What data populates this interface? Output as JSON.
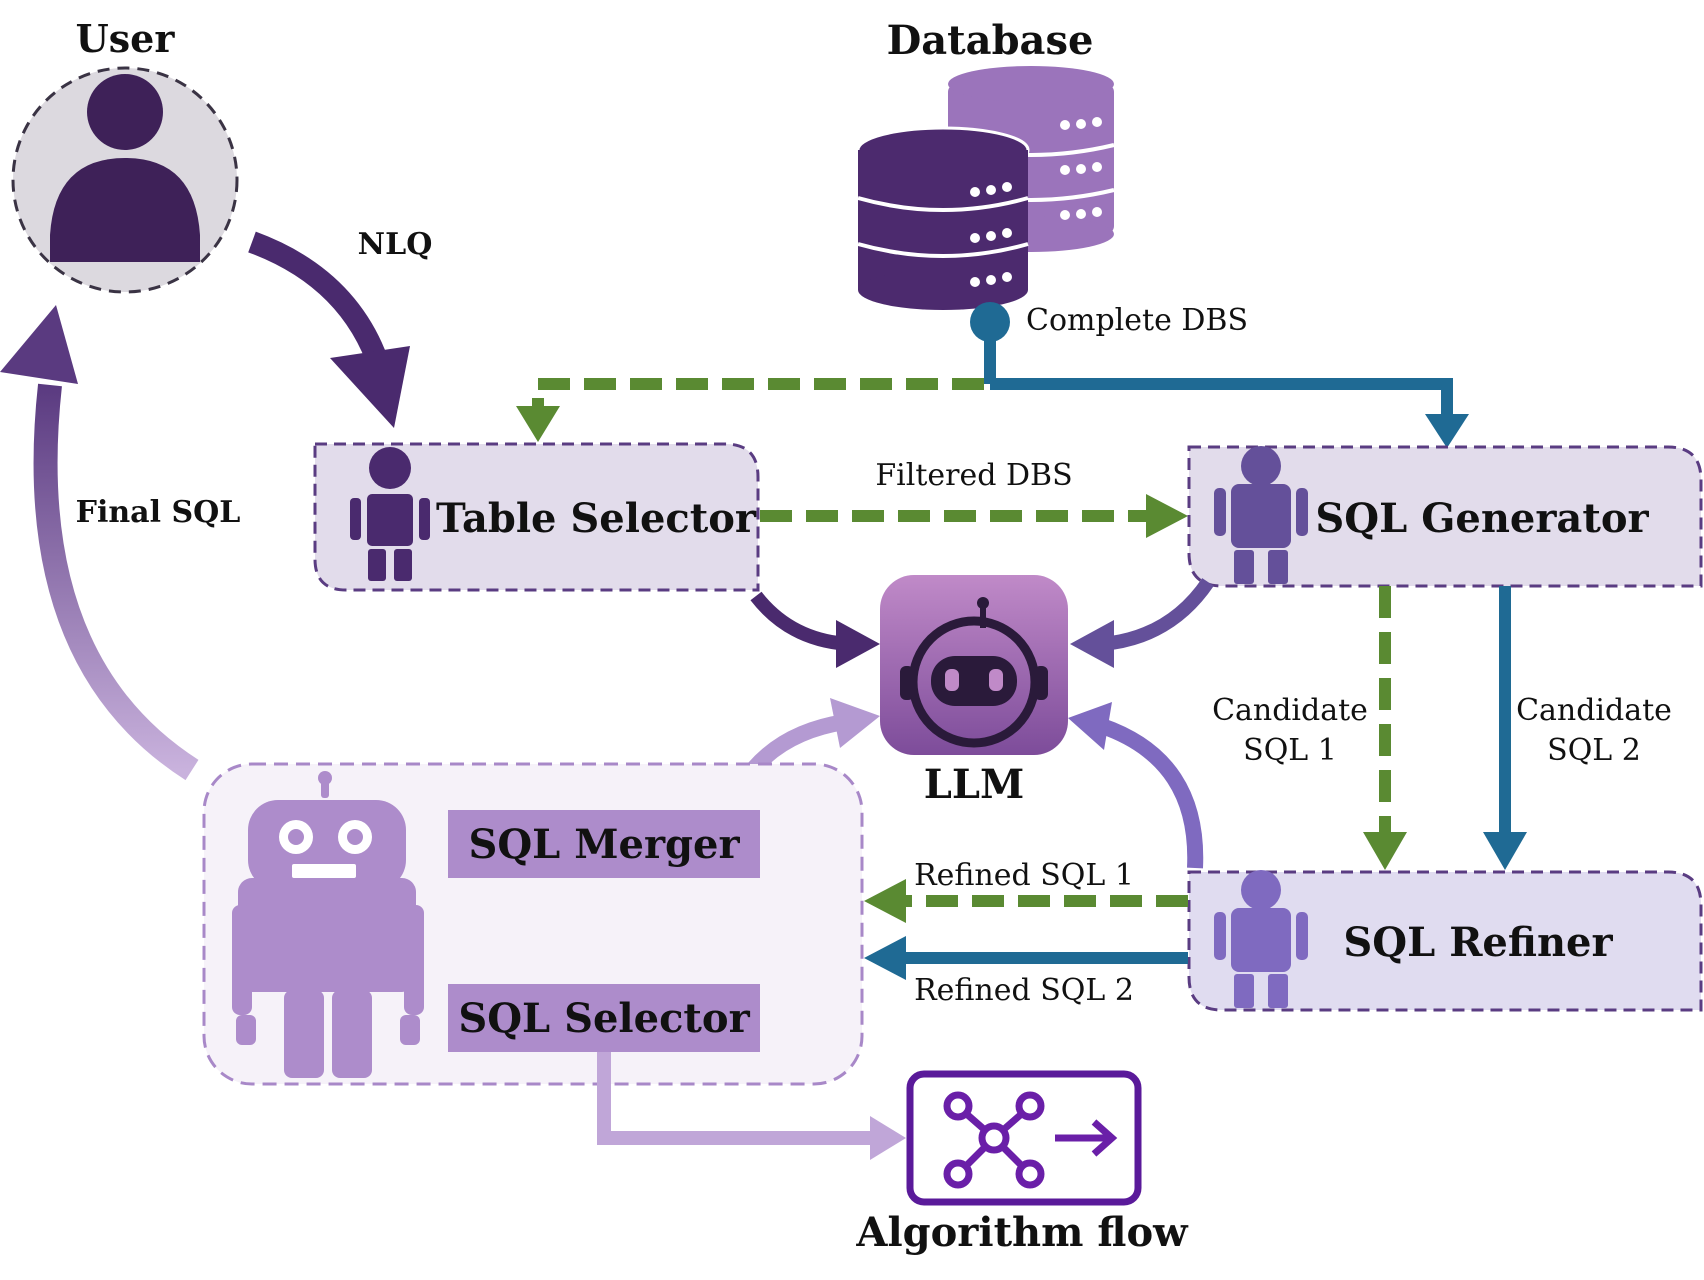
{
  "labels": {
    "user": "User",
    "database": "Database",
    "nlq": "NLQ",
    "complete_dbs": "Complete DBS",
    "filtered_dbs": "Filtered DBS",
    "final_sql": "Final SQL",
    "table_selector": "Table Selector",
    "sql_generator": "SQL Generator",
    "llm": "LLM",
    "candidate_sql_1_line1": "Candidate",
    "candidate_sql_1_line2": "SQL 1",
    "candidate_sql_2_line1": "Candidate",
    "candidate_sql_2_line2": "SQL 2",
    "sql_merger": "SQL Merger",
    "sql_selector": "SQL Selector",
    "refined_sql_1": "Refined SQL 1",
    "refined_sql_2": "Refined SQL 2",
    "sql_refiner": "SQL Refiner",
    "algorithm_flow": "Algorithm flow"
  },
  "colors": {
    "dark_purple": "#4a2a6e",
    "mid_purple": "#6b4a9a",
    "light_purple": "#a888c8",
    "green_dashed": "#5a8a32",
    "blue_line": "#1f6a94",
    "box_fill": "#e2dceb",
    "algo_purple": "#6a1fa8"
  },
  "icons": [
    "user-icon",
    "database-icon",
    "robot-icon",
    "llm-icon",
    "algorithm-flow-icon"
  ]
}
